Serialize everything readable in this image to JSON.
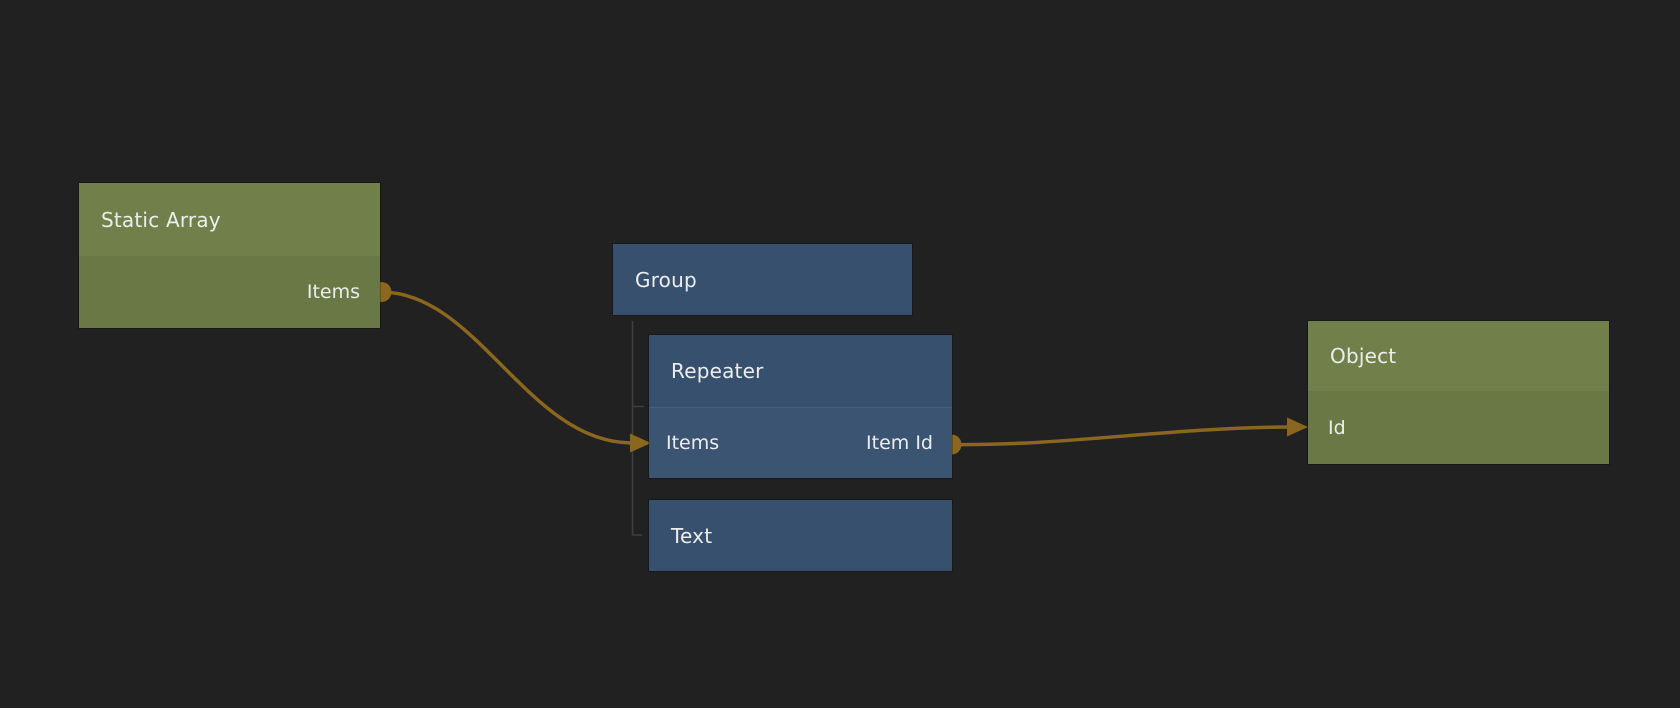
{
  "app": {
    "view": "node-graph-canvas"
  },
  "colors": {
    "bg": "#212121",
    "text": "#ededed",
    "wire": "#8a661e",
    "port_dot": "#8b671f",
    "tree_line": "#3f3f3f",
    "node_green_header": "#71804a",
    "node_green_body": "#6a7846",
    "node_blue_header": "#36506e",
    "node_blue_body": "#3a5471"
  },
  "nodes": {
    "static_array": {
      "title": "Static Array",
      "outputs": {
        "items": "Items"
      }
    },
    "group": {
      "title": "Group"
    },
    "repeater": {
      "title": "Repeater",
      "inputs": {
        "items": "Items"
      },
      "outputs": {
        "item_id": "Item Id"
      }
    },
    "text": {
      "title": "Text"
    },
    "object": {
      "title": "Object",
      "inputs": {
        "id": "Id"
      }
    }
  },
  "hierarchy": {
    "parent": "Group",
    "children": [
      "Repeater",
      "Text"
    ]
  },
  "connections": [
    {
      "from": "Static Array.Items",
      "to": "Repeater.Items"
    },
    {
      "from": "Repeater.Item Id",
      "to": "Object.Id"
    }
  ]
}
